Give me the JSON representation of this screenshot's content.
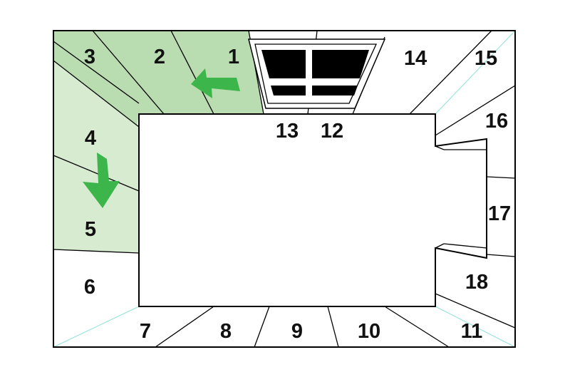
{
  "colors": {
    "shaded_dark": "#b9ddb0",
    "shaded_light": "#d6ebd0",
    "arrow": "#3cb64a",
    "window_pane": "#000000",
    "line": "#000000",
    "guide_line": "#8fe3d6",
    "background": "#ffffff"
  },
  "icons": {
    "arrow_top": "arrow-left-icon",
    "arrow_side": "arrow-down-icon",
    "window": "skylight-window-icon"
  },
  "sections": [
    {
      "id": "s1",
      "label": "1",
      "shaded": true
    },
    {
      "id": "s2",
      "label": "2",
      "shaded": true
    },
    {
      "id": "s3",
      "label": "3",
      "shaded": true
    },
    {
      "id": "s4",
      "label": "4",
      "shaded": true
    },
    {
      "id": "s5",
      "label": "5",
      "shaded": true
    },
    {
      "id": "s6",
      "label": "6",
      "shaded": false
    },
    {
      "id": "s7",
      "label": "7",
      "shaded": false
    },
    {
      "id": "s8",
      "label": "8",
      "shaded": false
    },
    {
      "id": "s9",
      "label": "9",
      "shaded": false
    },
    {
      "id": "s10",
      "label": "10",
      "shaded": false
    },
    {
      "id": "s11",
      "label": "11",
      "shaded": false
    },
    {
      "id": "s12",
      "label": "12",
      "shaded": false
    },
    {
      "id": "s13",
      "label": "13",
      "shaded": false
    },
    {
      "id": "s14",
      "label": "14",
      "shaded": false
    },
    {
      "id": "s15",
      "label": "15",
      "shaded": false
    },
    {
      "id": "s16",
      "label": "16",
      "shaded": false
    },
    {
      "id": "s17",
      "label": "17",
      "shaded": false
    },
    {
      "id": "s18",
      "label": "18",
      "shaded": false
    }
  ]
}
